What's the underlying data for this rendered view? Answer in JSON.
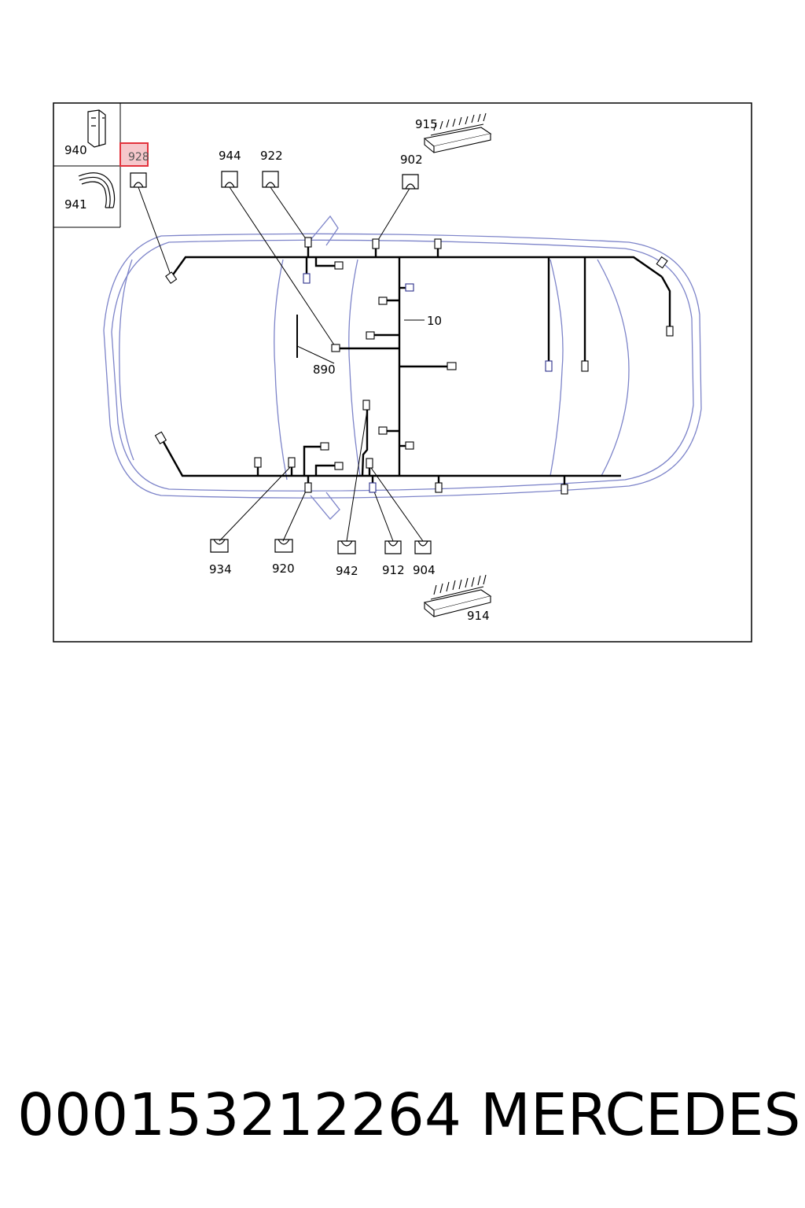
{
  "diagram": {
    "inset_labels": {
      "top": "940",
      "bottom": "941"
    },
    "highlighted_part": "928",
    "callouts": {
      "c915": "915",
      "c944": "944",
      "c922": "922",
      "c902": "902",
      "c10": "10",
      "c890": "890",
      "c934": "934",
      "c920": "920",
      "c942": "942",
      "c912": "912",
      "c904": "904",
      "c914": "914"
    },
    "colors": {
      "car_outline": "#7d84c9",
      "wiring": "#000000",
      "highlight": "#e2323c",
      "highlight_fill": "#f6c7cb"
    }
  },
  "footer": {
    "part_number": "000153212264",
    "brand": "MERCEDES"
  }
}
